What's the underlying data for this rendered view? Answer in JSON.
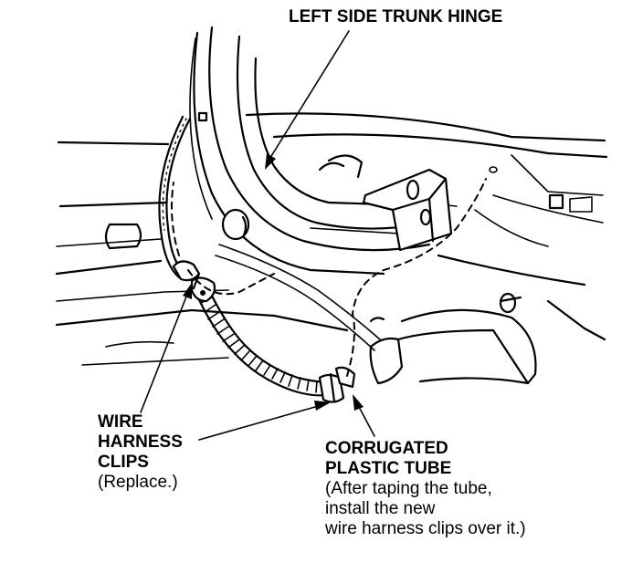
{
  "labels": {
    "trunk_hinge": "LEFT SIDE TRUNK HINGE",
    "clips_line1": "WIRE",
    "clips_line2": "HARNESS",
    "clips_line3": "CLIPS",
    "clips_note": "(Replace.)",
    "tube_line1": "CORRUGATED",
    "tube_line2": "PLASTIC TUBE",
    "tube_note1": "(After taping the tube,",
    "tube_note2": "install the new",
    "tube_note3": "wire harness clips over it.)"
  }
}
